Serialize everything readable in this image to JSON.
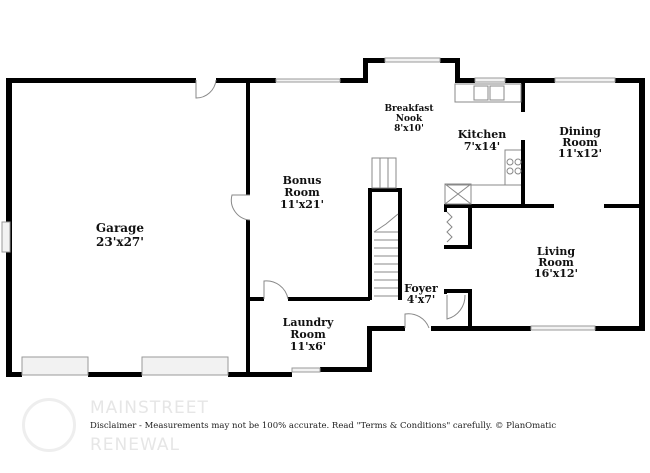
{
  "rooms": {
    "garage": {
      "name": "Garage",
      "size": "23'x27'"
    },
    "bonus": {
      "name1": "Bonus",
      "name2": "Room",
      "size": "11'x21'"
    },
    "laundry": {
      "name1": "Laundry",
      "name2": "Room",
      "size": "11'x6'"
    },
    "breakfast": {
      "name1": "Breakfast",
      "name2": "Nook",
      "size": "8'x10'"
    },
    "kitchen": {
      "name": "Kitchen",
      "size": "7'x14'"
    },
    "dining": {
      "name1": "Dining",
      "name2": "Room",
      "size": "11'x12'"
    },
    "living": {
      "name1": "Living",
      "name2": "Room",
      "size": "16'x12'"
    },
    "foyer": {
      "name": "Foyer",
      "size": "4'x7'"
    }
  },
  "logo": {
    "line1": "MAINSTREET",
    "line2": "RENEWAL"
  },
  "disclaimer": "Disclaimer - Measurements may not be 100% accurate. Read \"Terms & Conditions\" carefully. © PlanOmatic"
}
